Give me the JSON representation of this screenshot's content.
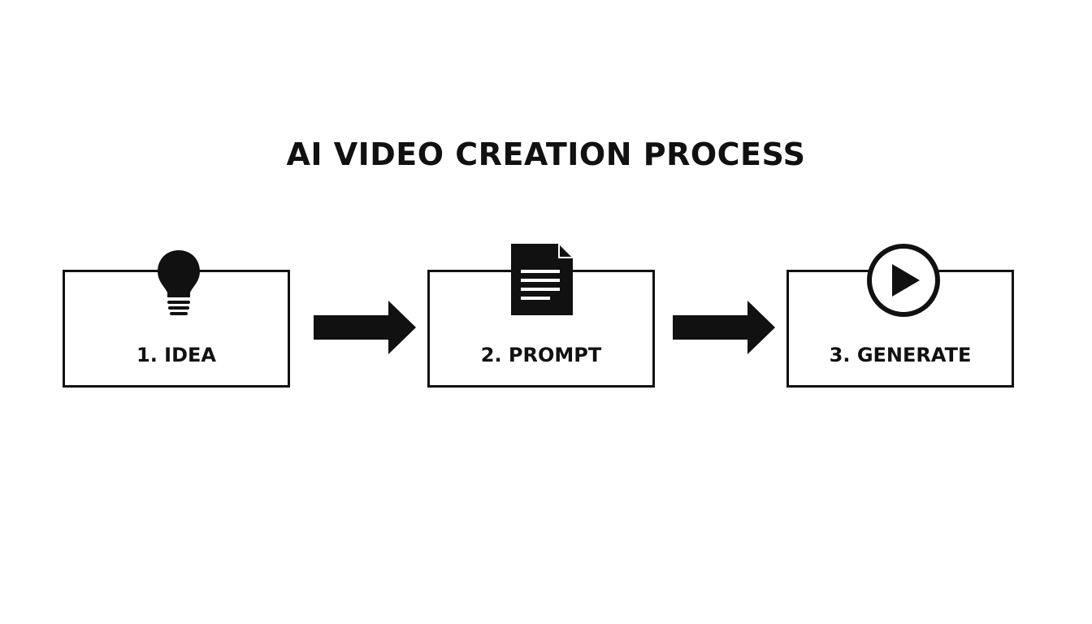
{
  "title": "AI VIDEO CREATION PROCESS",
  "steps": [
    {
      "label": "1. IDEA",
      "icon": "lightbulb-icon"
    },
    {
      "label": "2. PROMPT",
      "icon": "document-icon"
    },
    {
      "label": "3. GENERATE",
      "icon": "play-circle-icon"
    }
  ],
  "colors": {
    "stroke": "#111111",
    "background": "#ffffff"
  }
}
